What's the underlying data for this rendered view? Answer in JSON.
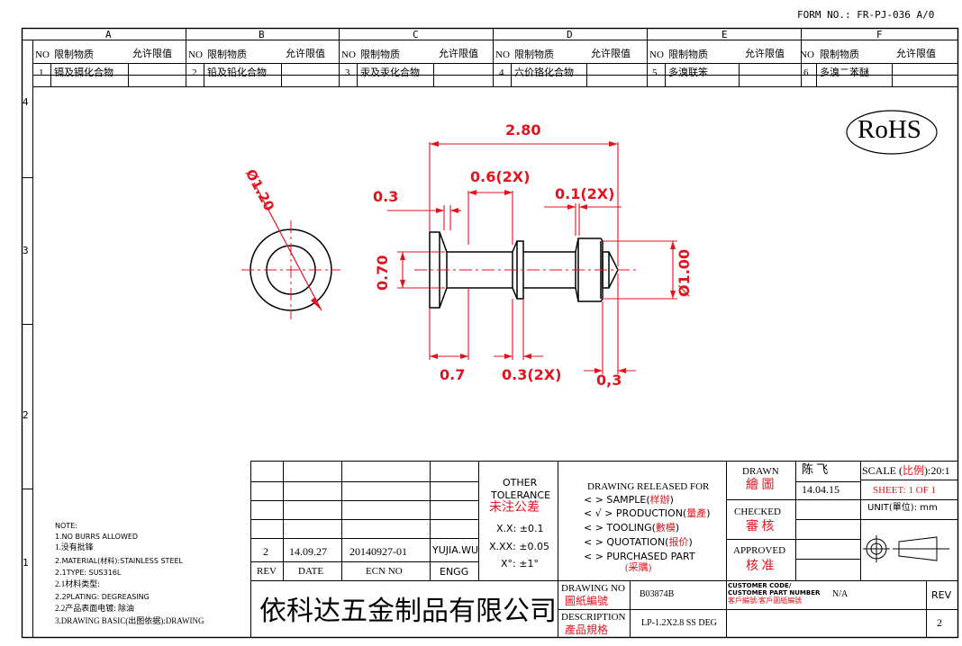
{
  "form_no": "FORM NO.: FR-PJ-036 A/0",
  "zones": [
    "A",
    "B",
    "C",
    "D",
    "E",
    "F"
  ],
  "rows": [
    "4",
    "3",
    "2",
    "1"
  ],
  "restricted": {
    "no_label": "NO",
    "substance_label": "限制物质",
    "limit_label": "允许限值",
    "items": [
      {
        "no": "1",
        "name": "镉及镉化合物"
      },
      {
        "no": "2",
        "name": "铅及铅化合物"
      },
      {
        "no": "3",
        "name": "汞及汞化合物"
      },
      {
        "no": "4",
        "name": "六价铬化合物"
      },
      {
        "no": "5",
        "name": "多溴联笨"
      },
      {
        "no": "6",
        "name": "多溴二苯醚"
      }
    ]
  },
  "rohs": "RoHS",
  "dims": {
    "d_outer": "Ø1.20",
    "total": "2.80",
    "groove": "0.6(2X)",
    "step": "0.3",
    "chamfer": "0.1(2X)",
    "shaft": "0.70",
    "flange": "Ø1.00",
    "head": "0.7",
    "ring": "0.3(2X)",
    "tip": "0,3"
  },
  "notes": [
    "NOTE:",
    "1.NO BURRS ALLOWED",
    "1.没有批锋",
    "2.MATERIAL(材料):STAINLESS STEEL",
    "2.1TYPE: SUS316L",
    "2.1材料类型:",
    "2.2PLATING: DEGREASING",
    "2.2产品表面电镀: 除油",
    "3.DRAWING BASIC(出图依据):DRAWING"
  ],
  "revision": {
    "rev": "2",
    "date": "14.09.27",
    "ecn": "20140927-01",
    "engg": "YUJIA.WU",
    "h_rev": "REV",
    "h_date": "DATE",
    "h_ecn": "ECN NO",
    "h_engg": "ENGG"
  },
  "tolerance": {
    "title1": "OTHER",
    "title2": "TOLERANCE",
    "title_cn": "未注公差",
    "x": "X.X: ±0.1",
    "xx": "X.XX: ±0.05",
    "deg": "X°: ±1°"
  },
  "release": {
    "title": "DRAWING RELEASED FOR",
    "sample": "< > SAMPLE(",
    "sample_cn": "样辦",
    "production": "< √ > PRODUCTION(",
    "production_cn": "量產",
    "tooling": "< > TOOLING(",
    "tooling_cn": "數模",
    "quotation": "< > QUOTATION(",
    "quotation_cn": "报价",
    "purchased": "< > PURCHASED PART",
    "purchased_cn": "(采購)"
  },
  "approval": {
    "drawn": "DRAWN",
    "drawn_cn": "繪 圖",
    "drawn_by": "陈 飞",
    "date": "14.04.15",
    "checked": "CHECKED",
    "checked_cn": "審 核",
    "approved": "APPROVED",
    "approved_cn": "核 准",
    "scale": "SCALE (",
    "scale_cn": "比例",
    "scale_val": "):20:1",
    "sheet": "SHEET:  1 OF 1",
    "unit": "UNIT(單位): mm"
  },
  "company": "依科达五金制品有限公司",
  "drawing_no_label": "DRAWING NO",
  "drawing_no_cn": "圖紙編號",
  "drawing_no": "B03874B",
  "description_label": "DESCRIPTION",
  "description_cn": "產品規格",
  "description": "LP-1.2X2.8 SS DEG",
  "customer_label1": "CUSTOMER CODE/",
  "customer_label2": "CUSTOMER PART NUMBER",
  "customer_cn": "客戶編號/客戶圖紙編號",
  "customer_val": "N/A",
  "rev_label": "REV",
  "rev_val": "2"
}
